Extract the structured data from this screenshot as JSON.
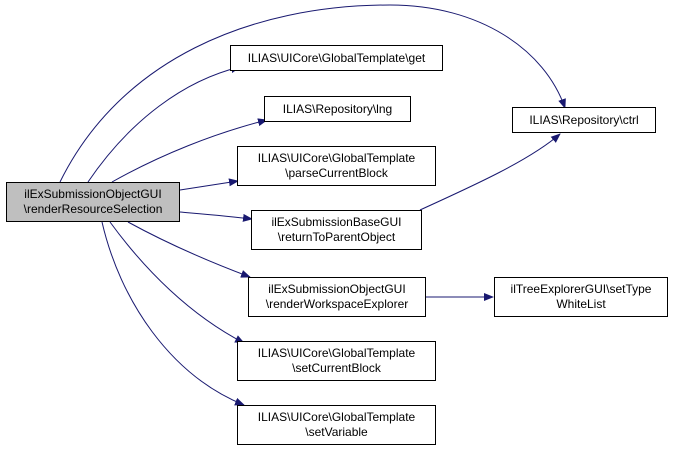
{
  "colors": {
    "edge": "#191970",
    "root_fill": "#bfbfbf",
    "node_fill": "#ffffff",
    "border": "#000000"
  },
  "nodes": {
    "root": {
      "line1": "ilExSubmissionObjectGUI",
      "line2": "\\renderResourceSelection"
    },
    "get": {
      "line1": "ILIAS\\UICore\\GlobalTemplate\\get"
    },
    "lng": {
      "line1": "ILIAS\\Repository\\lng"
    },
    "parse": {
      "line1": "ILIAS\\UICore\\GlobalTemplate",
      "line2": "\\parseCurrentBlock"
    },
    "returnparent": {
      "line1": "ilExSubmissionBaseGUI",
      "line2": "\\returnToParentObject"
    },
    "workspace": {
      "line1": "ilExSubmissionObjectGUI",
      "line2": "\\renderWorkspaceExplorer"
    },
    "setcurrent": {
      "line1": "ILIAS\\UICore\\GlobalTemplate",
      "line2": "\\setCurrentBlock"
    },
    "setvariable": {
      "line1": "ILIAS\\UICore\\GlobalTemplate",
      "line2": "\\setVariable"
    },
    "ctrl": {
      "line1": "ILIAS\\Repository\\ctrl"
    },
    "treeexplorer": {
      "line1": "ilTreeExplorerGUI\\setType",
      "line2": "WhiteList"
    }
  }
}
